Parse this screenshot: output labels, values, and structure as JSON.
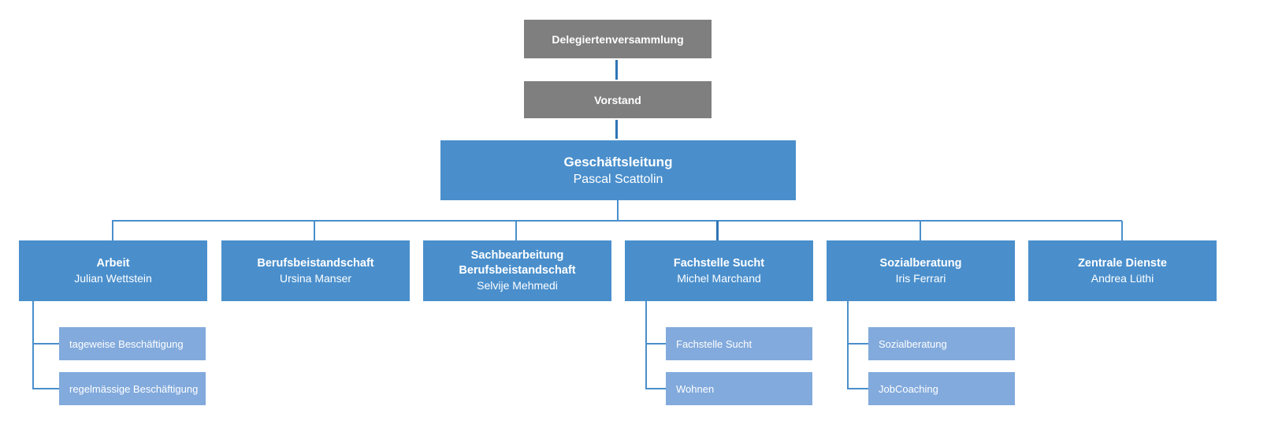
{
  "colors": {
    "gray_box": "#7f7f7f",
    "blue_box": "#4a8fcc",
    "light_blue_box": "#82aadc",
    "connector": "#4a8fcc",
    "text": "#ffffff"
  },
  "org": {
    "assembly": {
      "label": "Delegiertenversammlung"
    },
    "board": {
      "label": "Vorstand"
    },
    "management": {
      "title": "Geschäftsleitung",
      "person": "Pascal Scattolin"
    },
    "departments": [
      {
        "title": "Arbeit",
        "person": "Julian Wettstein",
        "children": [
          "tageweise Beschäftigung",
          "regelmässige Beschäftigung"
        ]
      },
      {
        "title": "Berufsbeistandschaft",
        "person": "Ursina Manser",
        "children": []
      },
      {
        "title": "Sachbearbeitung Berufsbeistandschaft",
        "person": "Selvije Mehmedi",
        "children": []
      },
      {
        "title": "Fachstelle Sucht",
        "person": "Michel Marchand",
        "children": [
          "Fachstelle Sucht",
          "Wohnen"
        ]
      },
      {
        "title": "Sozialberatung",
        "person": "Iris Ferrari",
        "children": [
          "Sozialberatung",
          "JobCoaching"
        ]
      },
      {
        "title": "Zentrale Dienste",
        "person": "Andrea Lüthi",
        "children": []
      }
    ]
  }
}
